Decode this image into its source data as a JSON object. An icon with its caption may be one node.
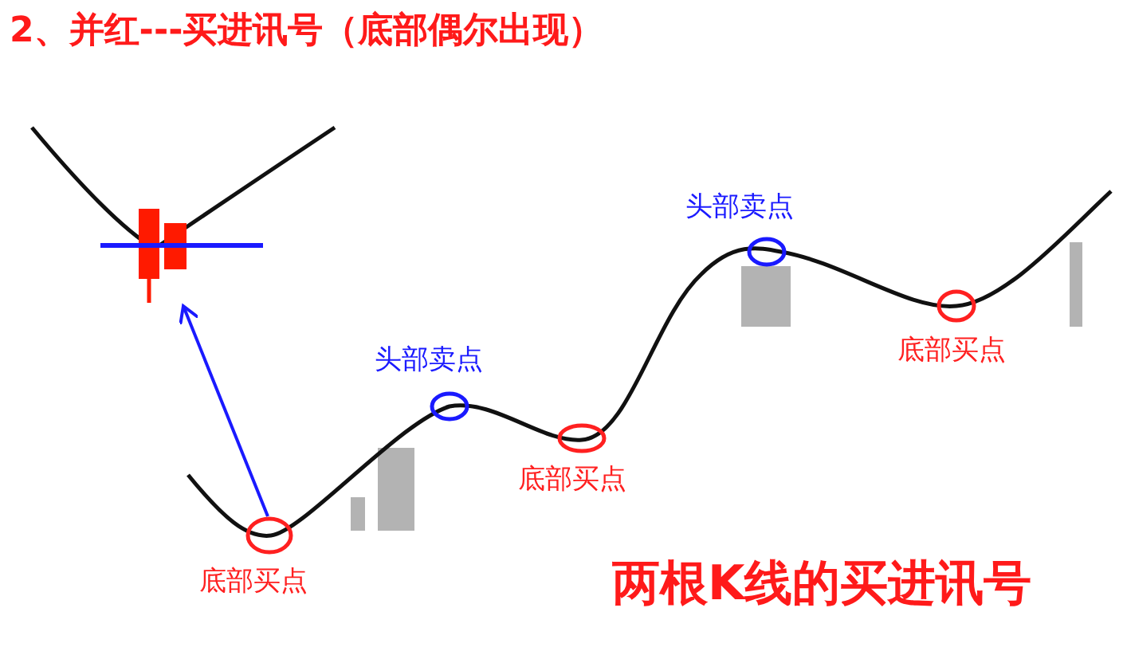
{
  "diagram": {
    "title": "2、并红---买进讯号（底部偶尔出现）",
    "caption": "两根K线的买进讯号",
    "nodes": [
      {
        "text": [],
        "shape": "picture"
      },
      {
        "text": [],
        "shape": "circle",
        "beside": [
          "底部买点"
        ]
      }
    ],
    "edges": [
      {
        "from": 1,
        "to": 0,
        "arrow": "to",
        "color": "#1a1aff"
      }
    ],
    "labels": [
      "头部卖点",
      "底部买点",
      "头部卖点",
      "底部买点"
    ]
  }
}
